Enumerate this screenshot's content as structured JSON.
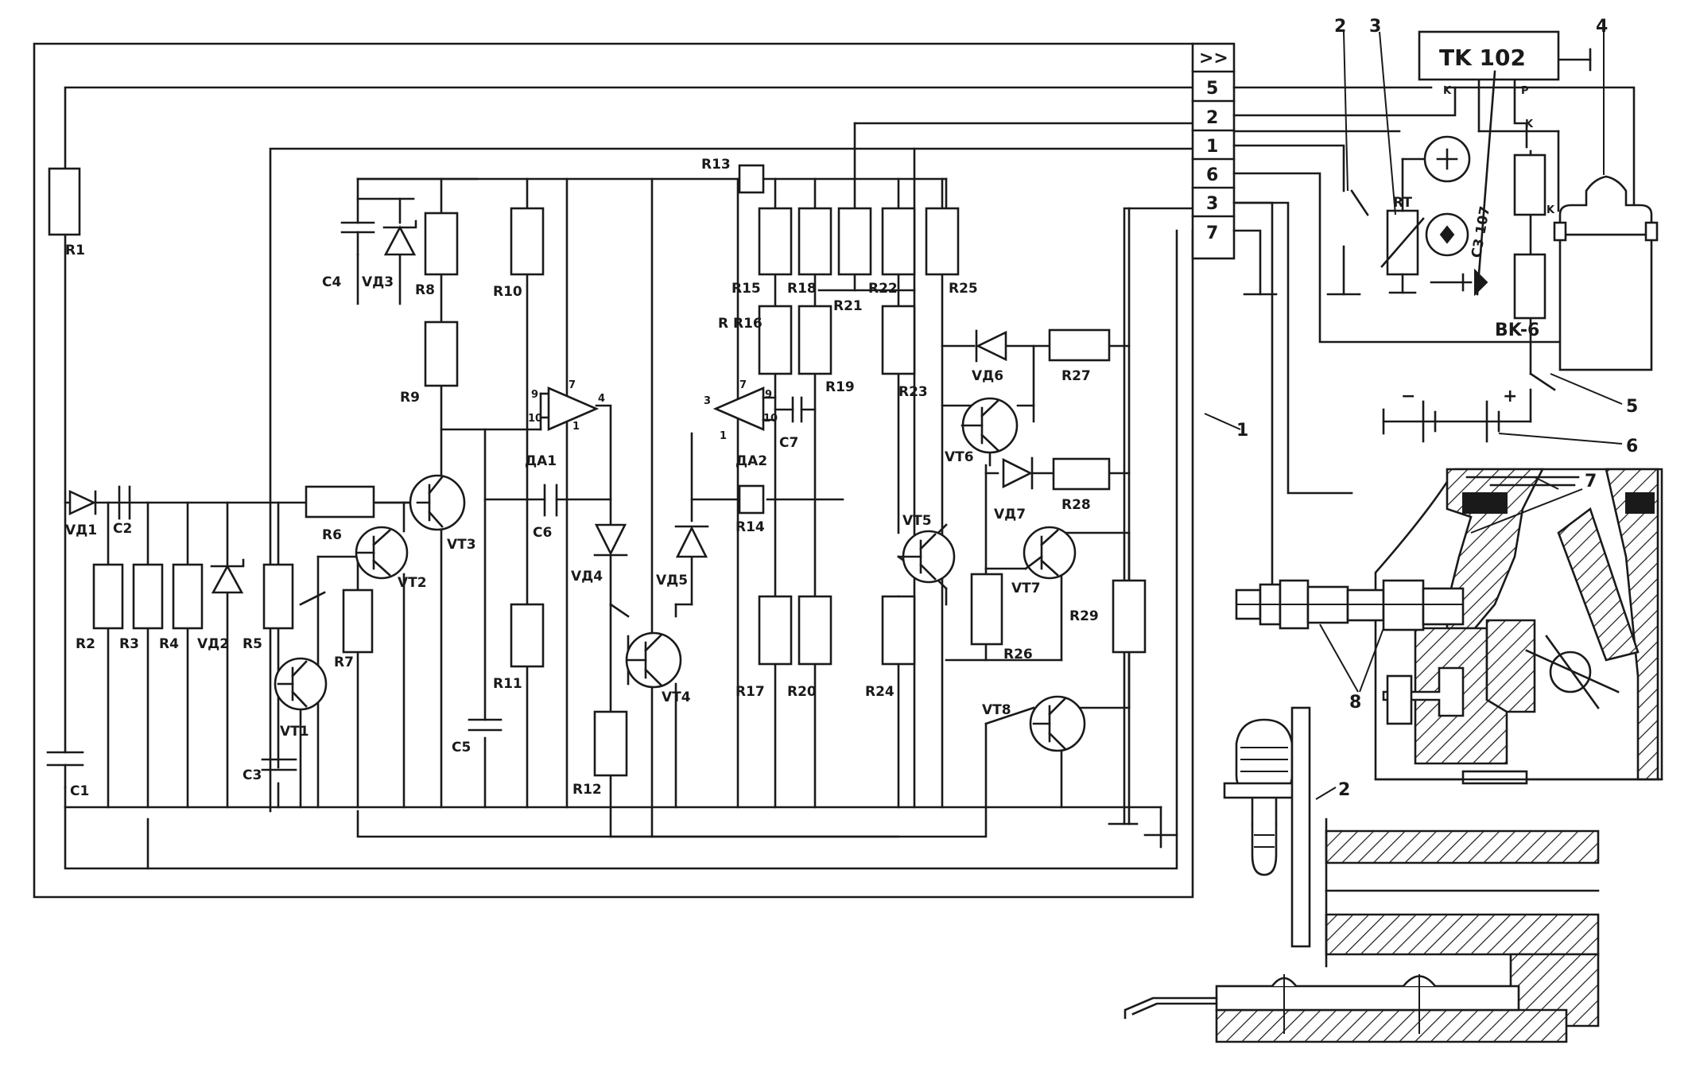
{
  "resistors": {
    "r1": "R1",
    "r2": "R2",
    "r3": "R3",
    "r4": "R4",
    "r5": "R5",
    "r6": "R6",
    "r7": "R7",
    "r8": "R8",
    "r9": "R9",
    "r10": "R10",
    "r11": "R11",
    "r12": "R12",
    "r13": "R13",
    "r14": "R14",
    "r15": "R15",
    "r16": "R16",
    "r17": "R17",
    "r18": "R18",
    "r19": "R19",
    "r20": "R20",
    "r21": "R21",
    "r22": "R22",
    "r23": "R23",
    "r24": "R24",
    "r25": "R25",
    "r26": "R26",
    "r27": "R27",
    "r28": "R28",
    "r29": "R29",
    "r_prefix": "R"
  },
  "capacitors": {
    "c1": "C1",
    "c2": "C2",
    "c3": "C3",
    "c4": "C4",
    "c5": "C5",
    "c6": "C6",
    "c7": "C7"
  },
  "diodes": {
    "vd1": "VД1",
    "vd2": "VД2",
    "vd3": "VД3",
    "vd4": "VД4",
    "vd5": "VД5",
    "vd6": "VД6",
    "vd7": "VД7"
  },
  "transistors": {
    "vt1": "VT1",
    "vt2": "VT2",
    "vt3": "VT3",
    "vt4": "VT4",
    "vt5": "VT5",
    "vt6": "VT6",
    "vt7": "VT7",
    "vt8": "VT8"
  },
  "opamps": {
    "da1": "ДА1",
    "da2": "ДА2",
    "da1_pins": [
      "9",
      "10",
      "7",
      "4",
      "1"
    ],
    "da2_pins": [
      "3",
      "7",
      "9",
      "10",
      "1"
    ]
  },
  "connector": {
    "header_glyph": ">>",
    "pins": [
      "5",
      "2",
      "1",
      "6",
      "3",
      "7"
    ]
  },
  "external": {
    "tk_label": "TK 102",
    "tk_k": "K",
    "tk_p": "P",
    "rt_label": "RT",
    "sensor_label": "C3 107",
    "vk_label": "BK-6",
    "coil_k1": "K",
    "coil_k2": "K",
    "batt_minus": "−",
    "batt_plus": "+"
  },
  "callouts": [
    "1",
    "2",
    "3",
    "4",
    "5",
    "6",
    "7",
    "8",
    "2"
  ]
}
